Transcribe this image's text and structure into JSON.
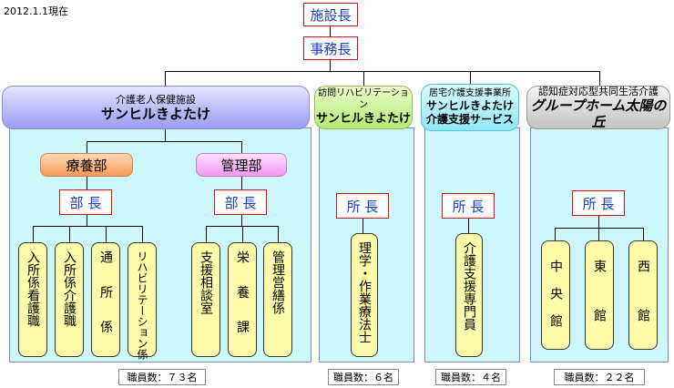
{
  "date": "2012.1.1現在",
  "top": {
    "director": "施設長",
    "office": "事務長"
  },
  "facility1": {
    "sub": "介護老人保健施設",
    "name": "サンヒルきよたけ",
    "dept_care": "療養部",
    "dept_admin": "管理部",
    "head_care": "部 長",
    "head_admin": "部 長",
    "units": [
      "入所係看護職",
      "入所係介護職",
      "通 所 係",
      "リハビリテーション係",
      "支援相談室",
      "栄 養 課",
      "管理営繕係"
    ],
    "staff": "職員数：７３名"
  },
  "facility2": {
    "sub": "訪問リハビリテーション",
    "name": "サンヒルきよたけ",
    "head": "所 長",
    "unit": "理学・作業療法士",
    "staff": "職員数：６名"
  },
  "facility3": {
    "sub": "居宅介護支援事業所",
    "name": "サンヒルきよたけ",
    "name2": "介護支援サービス",
    "head": "所 長",
    "unit": "介護支援専門員",
    "staff": "職員数：４名"
  },
  "facility4": {
    "sub": "認知症対応型共同生活介護",
    "name": "グループホーム太陽の丘",
    "head": "所 長",
    "units": [
      "中央館",
      "東館",
      "西館"
    ],
    "staff": "職員数：２２名"
  }
}
